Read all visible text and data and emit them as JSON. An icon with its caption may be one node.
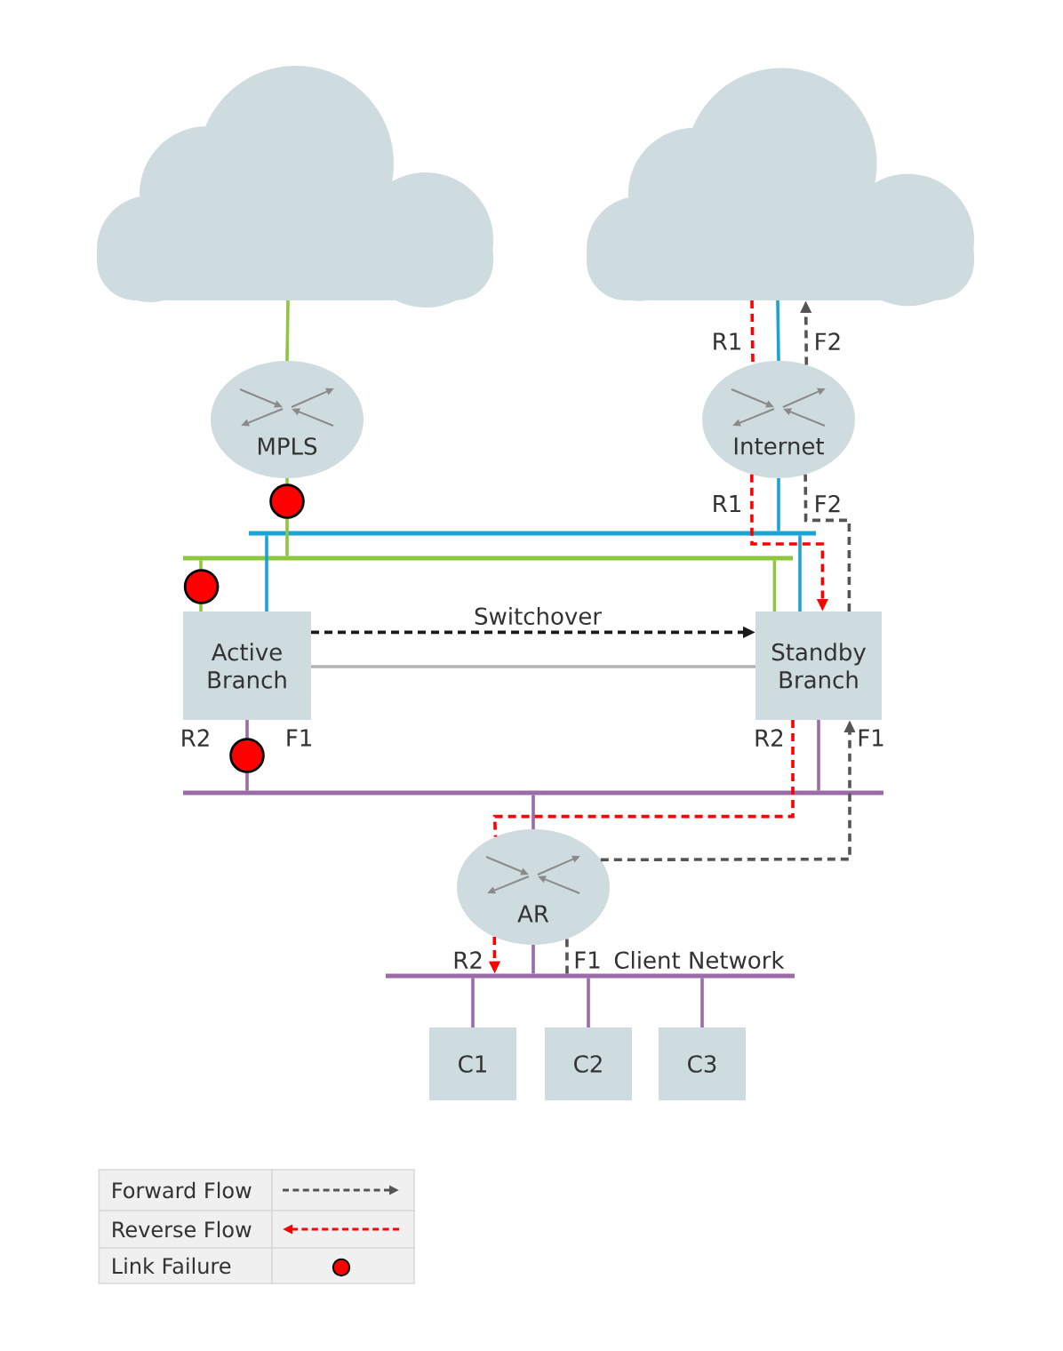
{
  "diagram": {
    "nodes": [
      {
        "text": [],
        "shape": "cloud"
      },
      {
        "text": [],
        "shape": "cloud"
      },
      {
        "text": [
          "MPLS"
        ]
      },
      {
        "text": [
          "Internet"
        ]
      },
      {
        "text": [],
        "shape": "bar"
      },
      {
        "text": [],
        "shape": "bar"
      },
      {
        "text": [
          "Active Branch"
        ]
      },
      {
        "text": [
          "Standby Branch"
        ]
      },
      {
        "text": [],
        "shape": "bar"
      },
      {
        "text": [
          "AR"
        ]
      },
      {
        "text": [],
        "shape": "bar",
        "beside": [
          "Client Network"
        ]
      },
      {
        "text": [
          "C1"
        ]
      },
      {
        "text": [
          "C2"
        ]
      },
      {
        "text": [
          "C3"
        ]
      }
    ],
    "edges": [
      {
        "from": 0,
        "to": 2,
        "arrow": "none",
        "color": "#8dc63f"
      },
      {
        "from": 1,
        "to": 3,
        "arrow": "none",
        "color": "#1aa3d5"
      },
      {
        "from": 2,
        "to": 5,
        "arrow": "none",
        "color": "#8dc63f"
      },
      {
        "from": 3,
        "to": 4,
        "arrow": "none",
        "color": "#1aa3d5"
      },
      {
        "from": 5,
        "to": 6,
        "arrow": "none",
        "color": "#8dc63f"
      },
      {
        "from": 4,
        "to": 6,
        "arrow": "none",
        "color": "#1aa3d5"
      },
      {
        "from": 5,
        "to": 7,
        "arrow": "none",
        "color": "#8dc63f"
      },
      {
        "from": 4,
        "to": 7,
        "arrow": "none",
        "color": "#1aa3d5"
      },
      {
        "from": 6,
        "to": 7,
        "arrow": "none",
        "color": "#b3b3b3"
      },
      {
        "from": 6,
        "to": 7,
        "arrow": "to",
        "label": "Switchover",
        "style": "dashed",
        "color": "#1a1a1a"
      },
      {
        "from": 6,
        "to": 8,
        "arrow": "none"
      },
      {
        "from": 7,
        "to": 8,
        "arrow": "none"
      },
      {
        "from": 8,
        "to": 9,
        "arrow": "none"
      },
      {
        "from": 9,
        "to": 10,
        "arrow": "none"
      },
      {
        "from": 10,
        "to": 11,
        "arrow": "none"
      },
      {
        "from": 10,
        "to": 12,
        "arrow": "none"
      },
      {
        "from": 10,
        "to": 13,
        "arrow": "none"
      },
      {
        "from": 1,
        "to": 3,
        "arrow": "none",
        "label": "R1",
        "style": "dashed",
        "color": "#ff0000"
      },
      {
        "from": 3,
        "to": 1,
        "arrow": "to",
        "label": "F2",
        "style": "dashed",
        "color": "#555555"
      },
      {
        "from": 3,
        "to": 7,
        "arrow": "to",
        "label": "R1",
        "style": "dashed",
        "color": "#ff0000"
      },
      {
        "from": 7,
        "to": 3,
        "arrow": "none",
        "label": "F2",
        "style": "dashed",
        "color": "#555555"
      },
      {
        "from": 7,
        "to": 9,
        "arrow": "none",
        "label": "R2",
        "style": "dashed",
        "color": "#ff0000"
      },
      {
        "from": 9,
        "to": 10,
        "arrow": "to",
        "label": "R2",
        "style": "dashed",
        "color": "#ff0000"
      },
      {
        "from": 10,
        "to": 9,
        "arrow": "none",
        "label": "F1",
        "style": "dashed",
        "color": "#555555"
      },
      {
        "from": 9,
        "to": 7,
        "arrow": "to",
        "label": "F1",
        "style": "dashed",
        "color": "#555555"
      }
    ],
    "labels": [
      "R2",
      "F1"
    ],
    "legend": [
      {
        "text": "Forward Flow"
      },
      {
        "text": "Reverse Flow"
      },
      {
        "text": "Link Failure"
      }
    ]
  }
}
